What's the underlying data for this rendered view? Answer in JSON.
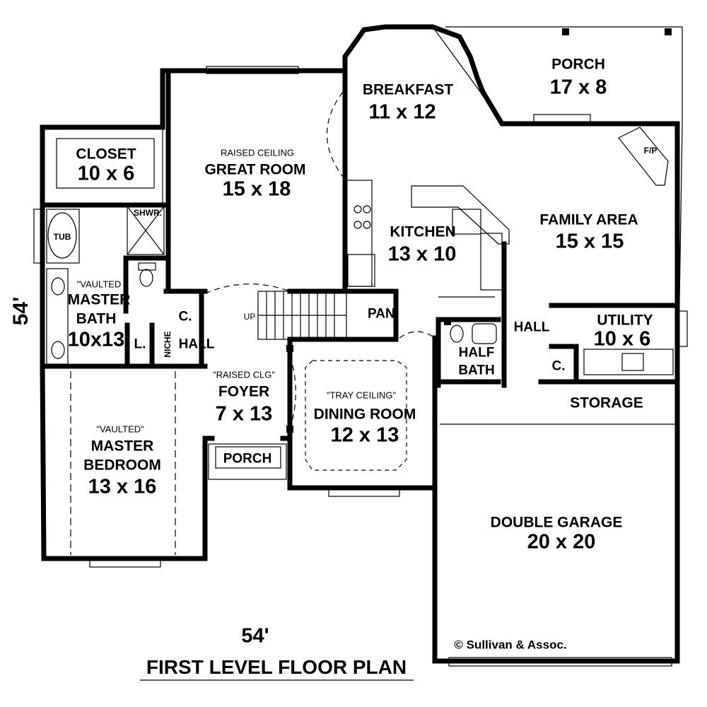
{
  "title": "FIRST LEVEL FLOOR PLAN",
  "width_label": "54'",
  "depth_label": "54'",
  "copyright": "© Sullivan & Assoc.",
  "rooms": {
    "porch_rear": {
      "name": "PORCH",
      "dim": "17 x 8"
    },
    "breakfast": {
      "name": "BREAKFAST",
      "dim": "11 x 12"
    },
    "closet": {
      "name": "CLOSET",
      "dim": "10 x 6"
    },
    "great_room": {
      "note": "RAISED CEILING",
      "name": "GREAT ROOM",
      "dim": "15 x 18"
    },
    "family_area": {
      "name": "FAMILY AREA",
      "dim": "15 x 15"
    },
    "kitchen": {
      "name": "KITCHEN",
      "dim": "13 x 10"
    },
    "master_bath": {
      "note": "\"VAULTED",
      "name": "MASTER",
      "name2": "BATH",
      "dim": "10x13"
    },
    "utility": {
      "name": "UTILITY",
      "dim": "10 x 6"
    },
    "foyer": {
      "note": "\"RAISED CLG\"",
      "name": "FOYER",
      "dim": "7 x 13"
    },
    "dining_room": {
      "note": "\"TRAY CEILING\"",
      "name": "DINING ROOM",
      "dim": "12 x 13"
    },
    "master_bedroom": {
      "note": "\"VAULTED\"",
      "name": "MASTER",
      "name2": "BEDROOM",
      "dim": "13 x 16"
    },
    "double_garage": {
      "name": "DOUBLE GARAGE",
      "dim": "20 x 20"
    },
    "storage": {
      "name": "STORAGE"
    },
    "porch_front": {
      "name": "PORCH"
    }
  },
  "small_labels": {
    "tub": "TUB",
    "shower": "SHWR.",
    "up": "UP",
    "pantry": "PAN.",
    "hall_left": "HALL",
    "hall_right": "HALL",
    "niche": "NICHE",
    "closet_c1": "C.",
    "closet_c2": "C.",
    "linen": "L.",
    "half_bath": "HALF",
    "half_bath2": "BATH",
    "fireplace": "F/P"
  }
}
